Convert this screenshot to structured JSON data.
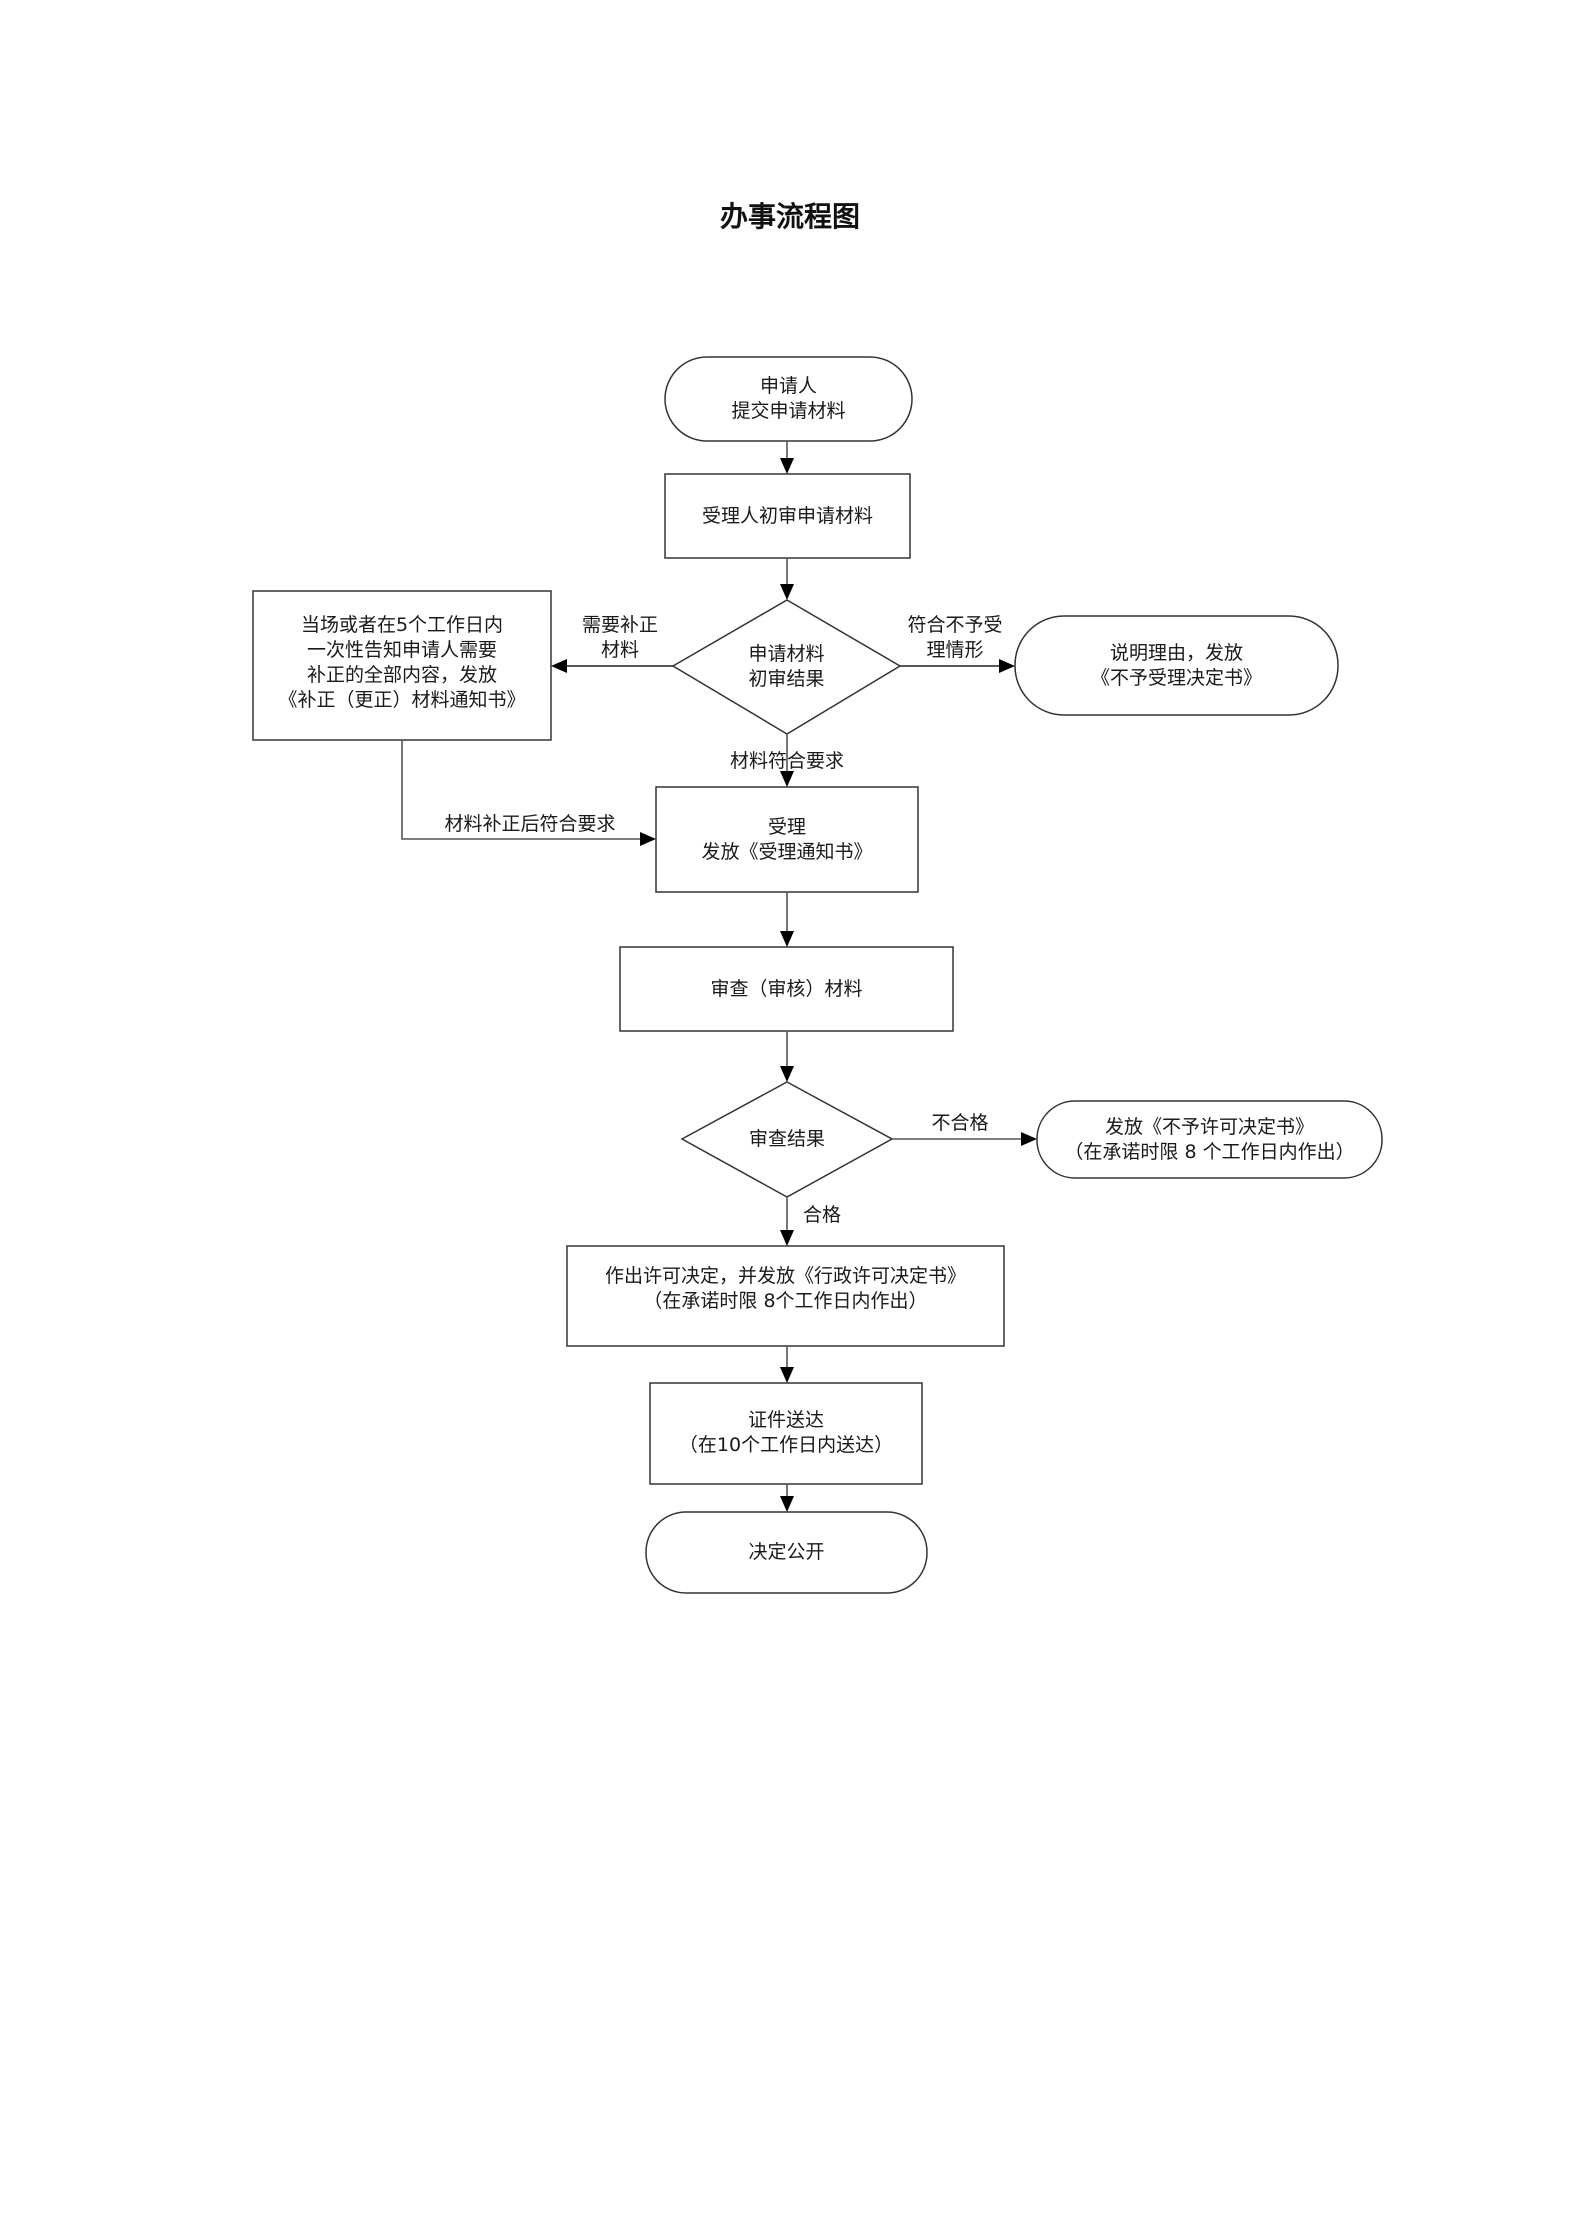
{
  "title": "办事流程图",
  "nodes": {
    "start": {
      "type": "terminal",
      "lines": [
        "申请人",
        "提交申请材料"
      ]
    },
    "initial_review": {
      "type": "process",
      "lines": [
        "受理人初审申请材料"
      ]
    },
    "initial_decision": {
      "type": "decision",
      "lines": [
        "申请材料",
        "初审结果"
      ]
    },
    "supplement_notice": {
      "type": "process",
      "lines": [
        "当场或者在5个工作日内",
        "一次性告知申请人需要",
        "补正的全部内容，发放",
        "《补正（更正）材料通知书》"
      ]
    },
    "reject_acceptance": {
      "type": "terminal",
      "lines": [
        "说明理由，发放",
        "《不予受理决定书》"
      ]
    },
    "accept": {
      "type": "process",
      "lines": [
        "受理",
        "发放《受理通知书》"
      ]
    },
    "examine": {
      "type": "process",
      "lines": [
        "审查（审核）材料"
      ]
    },
    "examine_decision": {
      "type": "decision",
      "lines": [
        "审查结果"
      ]
    },
    "deny_permit": {
      "type": "terminal",
      "lines": [
        "发放《不予许可决定书》",
        "（在承诺时限 8 个工作日内作出）"
      ]
    },
    "grant_permit": {
      "type": "process",
      "lines": [
        "作出许可决定，并发放《行政许可决定书》",
        "（在承诺时限 8个工作日内作出）"
      ]
    },
    "deliver": {
      "type": "process",
      "lines": [
        "证件送达",
        "（在10个工作日内送达）"
      ]
    },
    "publish": {
      "type": "terminal",
      "lines": [
        "决定公开"
      ]
    }
  },
  "edges": {
    "needs_supplement": {
      "from": "initial_decision",
      "to": "supplement_notice",
      "lines": [
        "需要补正",
        "材料"
      ]
    },
    "not_accepted": {
      "from": "initial_decision",
      "to": "reject_acceptance",
      "lines": [
        "符合不予受",
        "理情形"
      ]
    },
    "meets_requirements": {
      "from": "initial_decision",
      "to": "accept",
      "lines": [
        "材料符合要求"
      ]
    },
    "after_supplement": {
      "from": "supplement_notice",
      "to": "accept",
      "lines": [
        "材料补正后符合要求"
      ]
    },
    "fail": {
      "from": "examine_decision",
      "to": "deny_permit",
      "lines": [
        "不合格"
      ]
    },
    "pass": {
      "from": "examine_decision",
      "to": "grant_permit",
      "lines": [
        "合格"
      ]
    }
  }
}
